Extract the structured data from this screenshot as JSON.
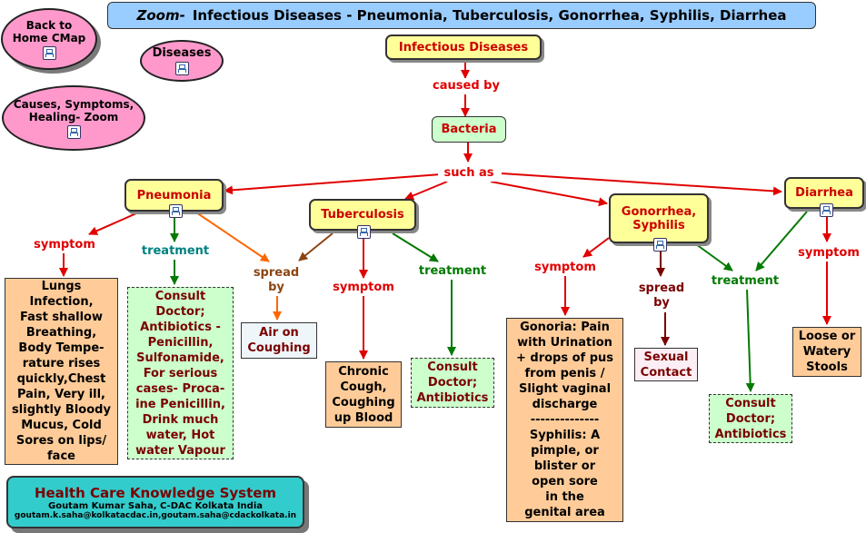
{
  "title": {
    "zoom": "Zoom-",
    "text": "Infectious Diseases - Pneumonia, Tuberculosis, Gonorrhea, Syphilis, Diarrhea"
  },
  "nav": {
    "back": [
      "Back to",
      "Home CMap"
    ],
    "diseases": "Diseases",
    "causes": [
      "Causes, Symptoms,",
      "Healing- Zoom"
    ]
  },
  "nodes": {
    "root": "Infectious Diseases",
    "bacteria": "Bacteria",
    "pneumonia": "Pneumonia",
    "tuberculosis": "Tuberculosis",
    "gonorrhea": [
      "Gonorrhea,",
      "Syphilis"
    ],
    "diarrhea": "Diarrhea"
  },
  "links": {
    "caused_by": "caused by",
    "such_as": "such as",
    "symptom": "symptom",
    "treatment": "treatment",
    "spread_by": [
      "spread",
      "by"
    ]
  },
  "leaves": {
    "pneumonia_symptom": [
      "Lungs",
      "Infection,",
      "Fast shallow",
      "Breathing,",
      "Body Tempe-",
      "rature rises",
      "quickly,Chest",
      "Pain, Very ill,",
      "slightly Bloody",
      "Mucus, Cold",
      "Sores on lips/",
      "face"
    ],
    "pneumonia_treatment": [
      "Consult",
      "Doctor;",
      "Antibiotics -",
      "Penicillin,",
      "Sulfonamide,",
      "For serious",
      "cases- Proca-",
      "ine Penicillin,",
      "Drink much",
      "water, Hot",
      "water Vapour"
    ],
    "air_coughing": [
      "Air on",
      "Coughing"
    ],
    "tb_symptom": [
      "Chronic",
      "Cough,",
      "Coughing",
      "up Blood"
    ],
    "tb_treatment": [
      "Consult",
      "Doctor;",
      "Antibiotics"
    ],
    "gonorrhea_symptom": [
      "Gonoria: Pain",
      "with Urination",
      "+ drops of pus",
      "from penis /",
      "Slight vaginal",
      "discharge",
      "--------------",
      "Syphilis: A",
      "pimple, or",
      "blister or",
      "open sore",
      "in the",
      "genital area"
    ],
    "sexual_contact": [
      "Sexual",
      "Contact"
    ],
    "gs_treatment": [
      "Consult",
      "Doctor;",
      "Antibiotics"
    ],
    "diarrhea_symptom": [
      "Loose or",
      "Watery",
      "Stools"
    ]
  },
  "footer": {
    "title": "Health Care Knowledge System",
    "author": "Goutam Kumar Saha, C-DAC Kolkata India",
    "email": "goutam.k.saha@kolkatacdac.in,goutam.saha@cdackolkata.in"
  },
  "colors": {
    "red": "#e00000",
    "teal": "#008080",
    "green": "#007a00",
    "brown": "#8b4513",
    "orange": "#ff6600",
    "dark_red": "#7a0000"
  }
}
